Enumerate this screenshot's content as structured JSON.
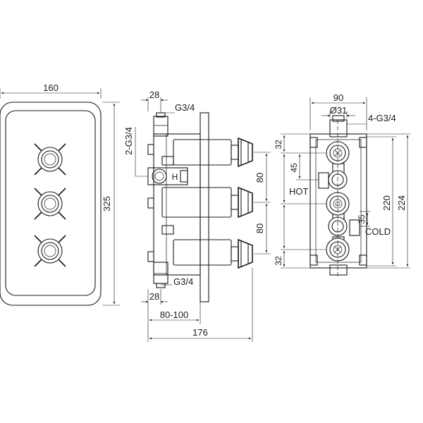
{
  "front_view": {
    "width_label": "160",
    "height_label": "325"
  },
  "side_view": {
    "top_depth_label": "28",
    "top_thread_label": "G3/4",
    "side_thread_label": "2-G3/4",
    "h_marker": "H",
    "spacing_upper_label": "80",
    "spacing_lower_label": "80",
    "bottom_thread_label": "G3/4",
    "bottom_depth_label": "28",
    "install_depth_label": "80-100",
    "overall_depth_label": "176"
  },
  "rear_view": {
    "width_label": "90",
    "diameter_label": "Ø31",
    "thread_count_label": "4-G3/4",
    "top_offset_label": "32",
    "hot_offset_label": "45",
    "hot_label": "HOT",
    "cold_offset_label": "35",
    "cold_label": "COLD",
    "bottom_offset_label": "32",
    "inner_height_label": "220",
    "total_height_label": "224"
  }
}
